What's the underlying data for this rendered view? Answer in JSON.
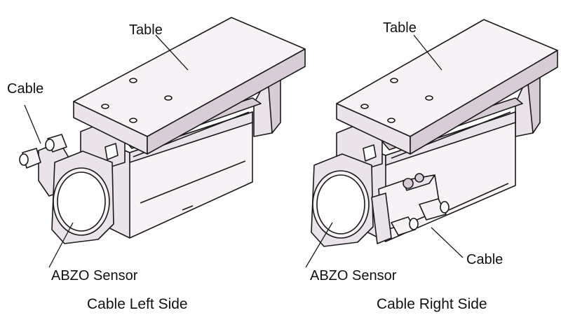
{
  "left_figure": {
    "table_label": "Table",
    "cable_label": "Cable",
    "sensor_label": "ABZO Sensor",
    "caption": "Cable Left Side"
  },
  "right_figure": {
    "table_label": "Table",
    "cable_label": "Cable",
    "sensor_label": "ABZO Sensor",
    "caption": "Cable Right Side"
  },
  "colors": {
    "line": "#1a1a1a",
    "fill_light": "#f7f2f6",
    "fill_mid": "#ebe3ea",
    "fill_dark": "#d8ccd7"
  }
}
